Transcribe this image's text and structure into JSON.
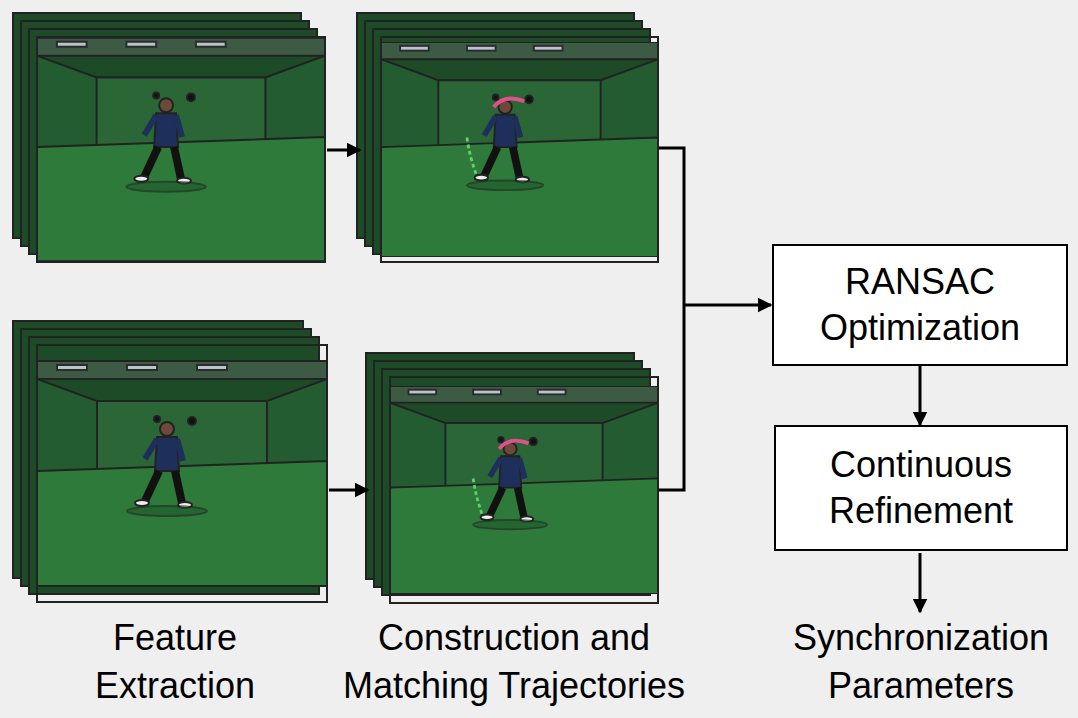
{
  "diagram": {
    "nodes": [
      {
        "text": [
          "RANSAC Optimization"
        ]
      },
      {
        "text": [
          "Continuous Refinement"
        ]
      }
    ],
    "edges": [
      {
        "from": 0,
        "to": 1,
        "arrow": "to"
      }
    ],
    "labels": [
      "Feature Extraction",
      "Construction and Matching Trajectories",
      "Synchronization Parameters"
    ]
  }
}
